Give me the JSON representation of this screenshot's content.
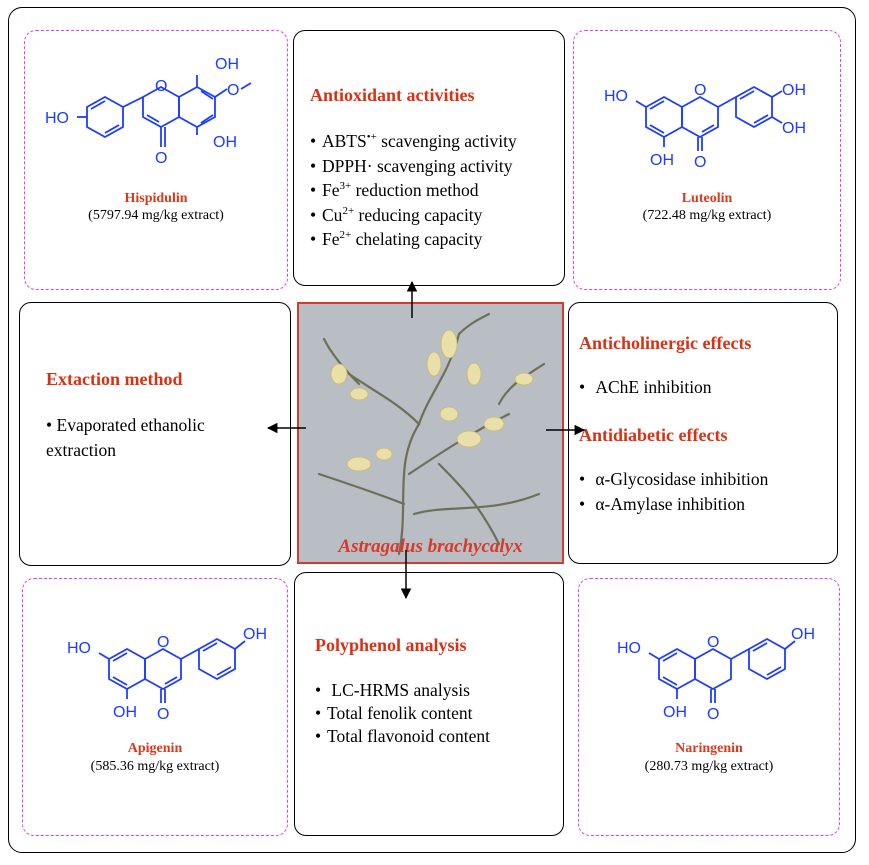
{
  "colors": {
    "compound_name": "#d83a1e",
    "heading": "#d63215",
    "molecule": "#1e3cff",
    "dashed_border": "#e040e8",
    "plant_border": "#d63a2a"
  },
  "compounds": {
    "hispidulin": {
      "name": "Hispidulin",
      "amount": "(5797.94 mg/kg extract)"
    },
    "luteolin": {
      "name": "Luteolin",
      "amount": "(722.48 mg/kg extract)"
    },
    "apigenin": {
      "name": "Apigenin",
      "amount": "(585.36 mg/kg extract)"
    },
    "naringenin": {
      "name": "Naringenin",
      "amount": "(280.73 mg/kg extract)"
    }
  },
  "molecule_labels": {
    "oh": "OH",
    "ho": "HO",
    "o": "O"
  },
  "antioxidant": {
    "heading": "Antioxidant activities",
    "items": [
      {
        "main": "ABTS",
        "sup": "•+",
        "rest": " scavenging activity"
      },
      {
        "main": "DPPH·",
        "sup": "",
        "rest": " scavenging activity"
      },
      {
        "main": "Fe",
        "sup": "3+",
        "rest": " reduction method"
      },
      {
        "main": "Cu",
        "sup": "2+",
        "rest": " reducing capacity"
      },
      {
        "main": "Fe",
        "sup": "2+",
        "rest": " chelating capacity"
      }
    ]
  },
  "extraction": {
    "heading": "Extaction method",
    "item_line1": "Evaporated ethanolic",
    "item_line2": "extraction"
  },
  "effects": {
    "anticholinergic_heading": "Anticholinergic effects",
    "anticholinergic_items": [
      "AChE inhibition"
    ],
    "antidiabetic_heading": "Antidiabetic effects",
    "antidiabetic_items": [
      "α-Glycosidase inhibition",
      "α-Amylase inhibition"
    ]
  },
  "polyphenol": {
    "heading": "Polyphenol analysis",
    "items": [
      "LC-HRMS analysis",
      "Total fenolik content",
      "Total flavonoid content"
    ]
  },
  "plant": {
    "label": "Astragalus brachycalyx"
  }
}
